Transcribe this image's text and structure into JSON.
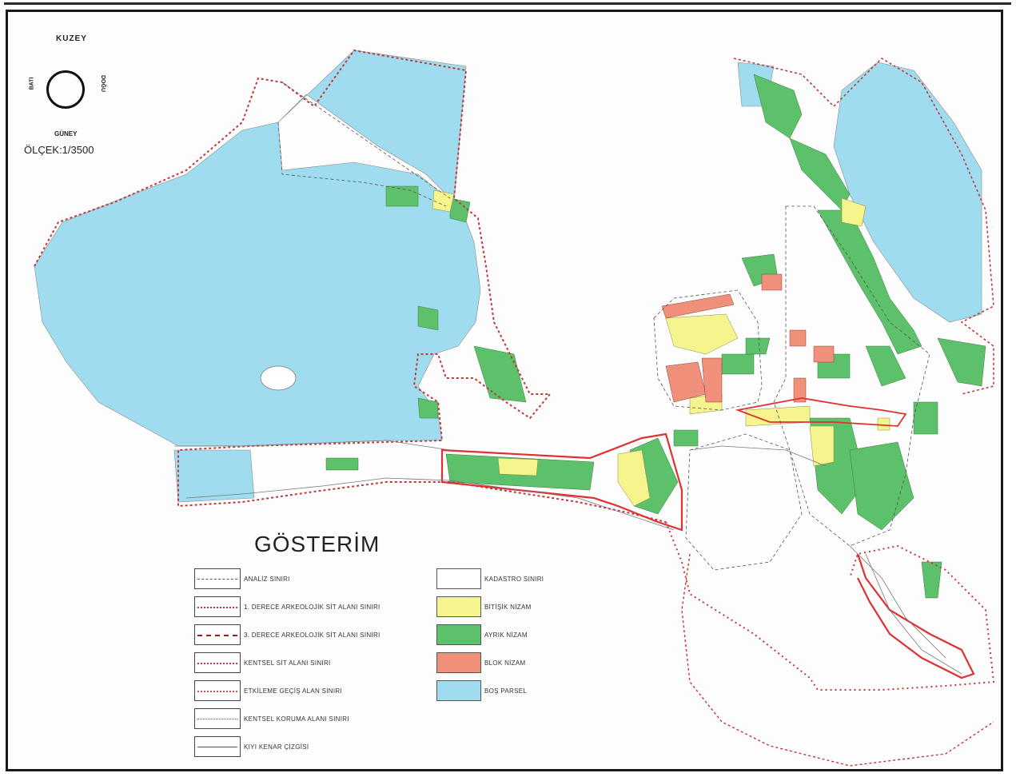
{
  "compass": {
    "north": "KUZEY",
    "west": "BATI",
    "east": "DOĞU",
    "south": "GÜNEY"
  },
  "scale": "ÖLÇEK:1/3500",
  "legend": {
    "title": "GÖSTERİM",
    "lines": [
      {
        "label": "ANALİZ SINIRI",
        "style": "dash-gray"
      },
      {
        "label": "1. DERECE ARKEOLOJİK SİT ALANI SINIRI",
        "style": "dot-red"
      },
      {
        "label": "3. DERECE ARKEOLOJİK SİT ALANI SINIRI",
        "style": "dash-darkred"
      },
      {
        "label": "KENTSEL SİT ALANI SINIRI",
        "style": "dot-red-thin"
      },
      {
        "label": "ETKİLEME GEÇİŞ ALAN SINIRI",
        "style": "dot-red-dense"
      },
      {
        "label": "KENTSEL KORUMA ALANI SINIRI",
        "style": "dot-gray"
      },
      {
        "label": "KIYI KENAR ÇİZGİSİ",
        "style": "solid-gray"
      }
    ],
    "fills": [
      {
        "label": "KADASTRO SINIRI",
        "color": "#ffffff"
      },
      {
        "label": "BİTİŞİK NİZAM",
        "color": "#f6f48c"
      },
      {
        "label": "AYRIK NİZAM",
        "color": "#5cc16a"
      },
      {
        "label": "BLOK NİZAM",
        "color": "#f0907a"
      },
      {
        "label": "BOŞ PARSEL",
        "color": "#9fdcef"
      }
    ]
  },
  "colors": {
    "bos_parsel": "#9fdcef",
    "ayrik": "#5cc16a",
    "bitisik": "#f6f48c",
    "blok": "#f0907a",
    "boundary_red": "#c0393b",
    "boundary_bright": "#e03030"
  }
}
